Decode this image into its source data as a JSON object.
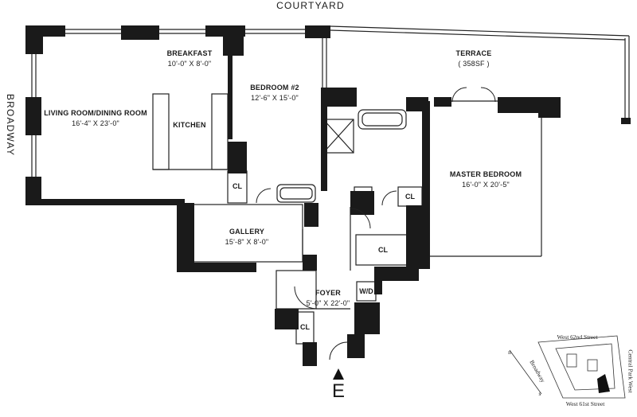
{
  "exterior": {
    "top": "COURTYARD",
    "left": "BROADWAY"
  },
  "rooms": {
    "living": {
      "name": "LIVING ROOM/DINING ROOM",
      "dims": "16'-4\" X 23'-0\""
    },
    "breakfast": {
      "name": "BREAKFAST",
      "dims": "10'-0\" X 8'-0\""
    },
    "kitchen": {
      "name": "KITCHEN"
    },
    "bedroom2": {
      "name": "BEDROOM #2",
      "dims": "12'-6\" X 15'-0\""
    },
    "terrace": {
      "name": "TERRACE",
      "dims": "( 358SF )"
    },
    "master": {
      "name": "MASTER BEDROOM",
      "dims": "16'-0\" X 20'-5\""
    },
    "gallery": {
      "name": "GALLERY",
      "dims": "15'-8\" X 8'-0\""
    },
    "foyer": {
      "name": "FOYER",
      "dims": "5'-0\" X 22'-0\""
    }
  },
  "closets": {
    "cl": "CL",
    "wd": "W/D"
  },
  "entrance": {
    "label": "E"
  },
  "keymap": {
    "north_street": "West 62nd Street",
    "south_street": "West 61st Street",
    "east_street": "Central Park West",
    "west_street": "Broadway",
    "compass_n": "n",
    "compass_s": "s"
  }
}
